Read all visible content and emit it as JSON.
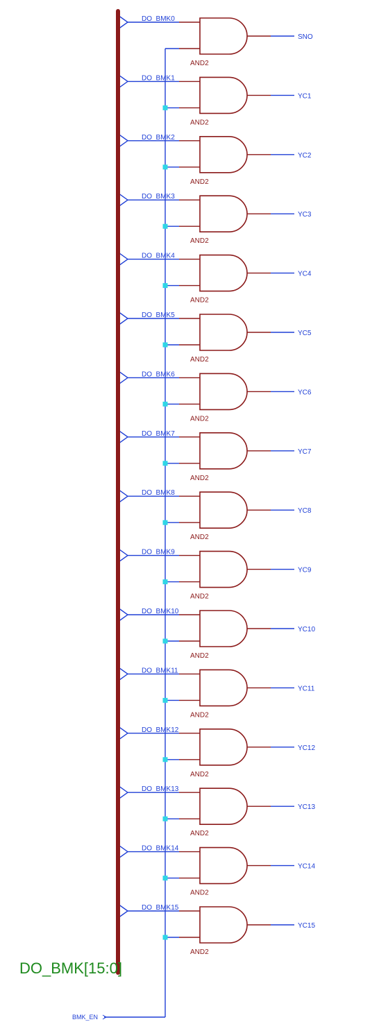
{
  "bus": {
    "name": "DO_BMK[15:0]"
  },
  "enable_net": {
    "label": "BMK_EN"
  },
  "gate_type": "AND2",
  "colors": {
    "wire": "#1f3fd6",
    "gate": "#8b1a1a",
    "bus": "#8b1a1a",
    "bus_label": "#1e8a1e",
    "junction": "#2fd6e6"
  },
  "gates": [
    {
      "input": "DO_BMK0",
      "output": "SNO",
      "gate_label": "AND2"
    },
    {
      "input": "DO_BMK1",
      "output": "YC1",
      "gate_label": "AND2"
    },
    {
      "input": "DO_BMK2",
      "output": "YC2",
      "gate_label": "AND2"
    },
    {
      "input": "DO_BMK3",
      "output": "YC3",
      "gate_label": "AND2"
    },
    {
      "input": "DO_BMK4",
      "output": "YC4",
      "gate_label": "AND2"
    },
    {
      "input": "DO_BMK5",
      "output": "YC5",
      "gate_label": "AND2"
    },
    {
      "input": "DO_BMK6",
      "output": "YC6",
      "gate_label": "AND2"
    },
    {
      "input": "DO_BMK7",
      "output": "YC7",
      "gate_label": "AND2"
    },
    {
      "input": "DO_BMK8",
      "output": "YC8",
      "gate_label": "AND2"
    },
    {
      "input": "DO_BMK9",
      "output": "YC9",
      "gate_label": "AND2"
    },
    {
      "input": "DO_BMK10",
      "output": "YC10",
      "gate_label": "AND2"
    },
    {
      "input": "DO_BMK11",
      "output": "YC11",
      "gate_label": "AND2"
    },
    {
      "input": "DO_BMK12",
      "output": "YC12",
      "gate_label": "AND2"
    },
    {
      "input": "DO_BMK13",
      "output": "YC13",
      "gate_label": "AND2"
    },
    {
      "input": "DO_BMK14",
      "output": "YC14",
      "gate_label": "AND2"
    },
    {
      "input": "DO_BMK15",
      "output": "YC15",
      "gate_label": "AND2"
    }
  ]
}
